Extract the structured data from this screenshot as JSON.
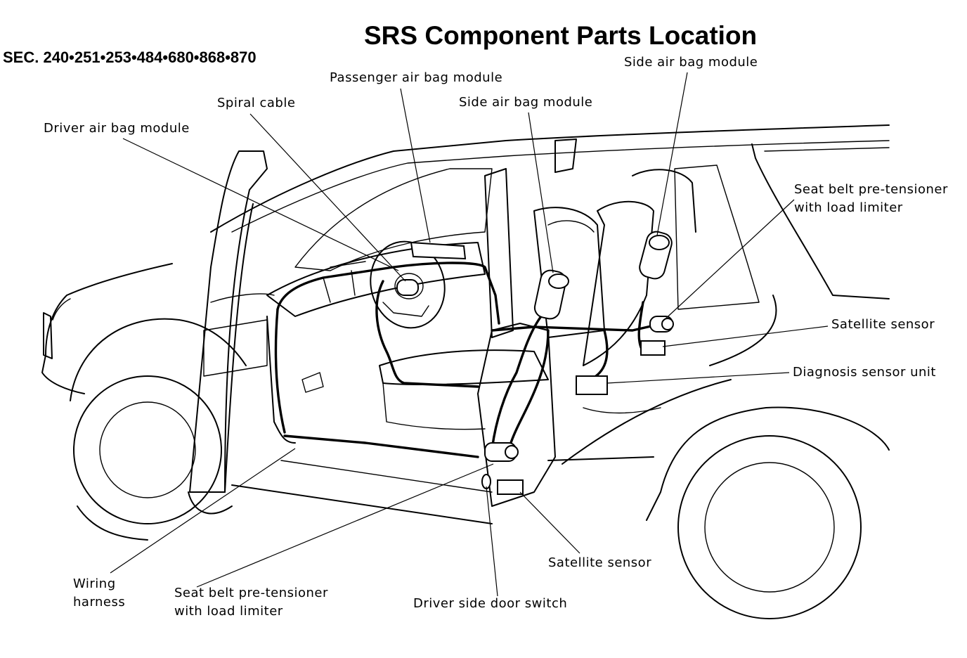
{
  "title": "SRS Component Parts Location",
  "section_codes": "SEC. 240•251•253•484•680•868•870",
  "labels": {
    "passenger_air_bag_module": "Passenger air bag module",
    "side_air_bag_module_right": "Side air bag module",
    "side_air_bag_module_left": "Side air bag module",
    "spiral_cable": "Spiral cable",
    "driver_air_bag_module": "Driver air bag module",
    "seat_belt_pretensioner_rear": [
      "Seat belt pre-tensioner",
      "with load limiter"
    ],
    "satellite_sensor_right": "Satellite sensor",
    "diagnosis_sensor_unit": "Diagnosis sensor unit",
    "wiring_harness": [
      "Wiring",
      "harness"
    ],
    "seat_belt_pretensioner_front": [
      "Seat belt pre-tensioner",
      "with load limiter"
    ],
    "driver_side_door_switch": "Driver side door switch",
    "satellite_sensor_bottom": "Satellite sensor"
  }
}
